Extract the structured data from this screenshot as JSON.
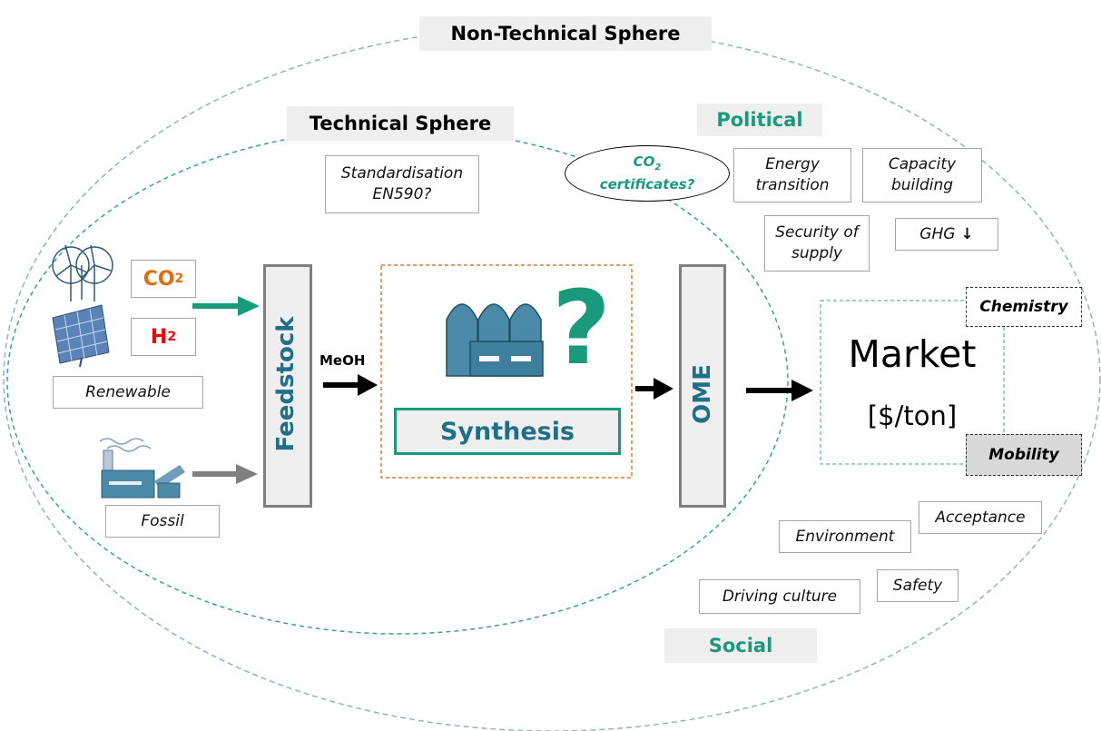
{
  "spheres": {
    "non_technical": "Non-Technical Sphere",
    "technical": "Technical Sphere"
  },
  "technical": {
    "standardisation_line1": "Standardisation",
    "standardisation_line2": "EN590?",
    "co2_cert_line1_base": "CO",
    "co2_cert_line1_sub": "2",
    "co2_cert_line2": "certificates?"
  },
  "feedstock": {
    "co2_base": "CO",
    "co2_sub": "2",
    "h2_base": "H",
    "h2_sub": "2",
    "renewable": "Renewable",
    "fossil": "Fossil",
    "bar_label": "Feedstock",
    "meoh": "MeOH"
  },
  "synthesis": {
    "question": "?",
    "label": "Synthesis"
  },
  "ome": {
    "label": "OME"
  },
  "market": {
    "title": "Market",
    "unit": "[$/ton]",
    "chemistry": "Chemistry",
    "mobility": "Mobility"
  },
  "political": {
    "heading": "Political",
    "energy_line1": "Energy",
    "energy_line2": "transition",
    "capacity_line1": "Capacity",
    "capacity_line2": "building",
    "security_line1": "Security of",
    "security_line2": "supply",
    "ghg": "GHG",
    "ghg_arrow": "↓"
  },
  "social": {
    "heading": "Social",
    "environment": "Environment",
    "acceptance": "Acceptance",
    "driving": "Driving culture",
    "safety": "Safety"
  },
  "colors": {
    "teal": "#1a9a7c",
    "orange_dash": "#e07b28",
    "co2_orange": "#e36c09",
    "h2_red": "#ff0000",
    "icon_blue": "#4a8aa8",
    "ome_blue": "#1f6f8b"
  }
}
